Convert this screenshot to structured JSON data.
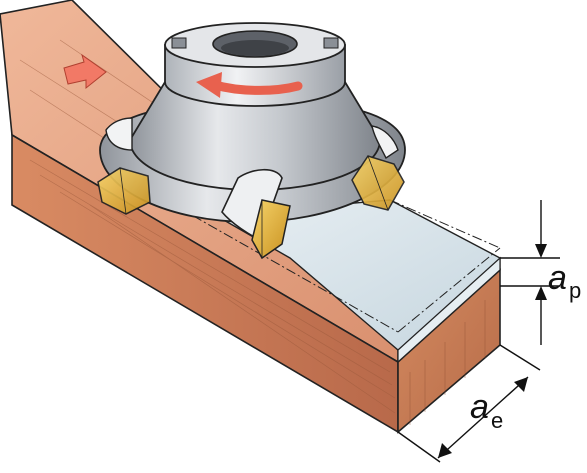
{
  "labels": {
    "ap_main": "a",
    "ap_sub": "p",
    "ae_main": "a",
    "ae_sub": "e"
  },
  "colors": {
    "workpiece_top": "#d9906f",
    "workpiece_side": "#c0754f",
    "machined_surface": "#d7e3ea",
    "cutter_body": "#c9ccd1",
    "insert": "#e3b53c",
    "rotation_arrow": "#e8614e",
    "feed_arrow": "#f07a66"
  },
  "icons": {
    "feed": "feed-direction-arrow-icon",
    "rotation": "rotation-direction-arrow-icon"
  }
}
